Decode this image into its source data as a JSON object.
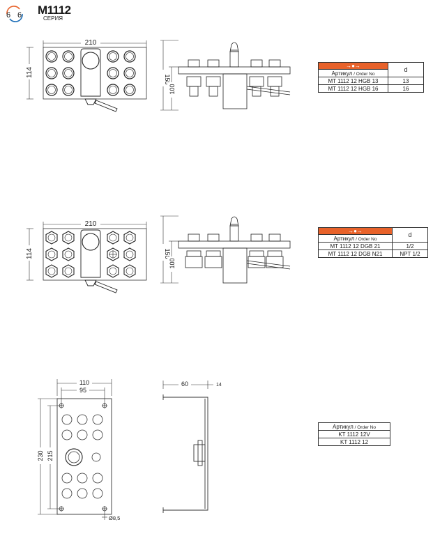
{
  "header": {
    "title": "M1112",
    "subtitle": "СЕРИЯ",
    "logo_digit_left": "6",
    "logo_digit_right": "6",
    "logo_colors": [
      "#e8622a",
      "#1e6fb8"
    ]
  },
  "accent_color": "#e8622a",
  "section1": {
    "front": {
      "width": "210",
      "height": "114"
    },
    "side": {
      "total_height": "158",
      "body_height": "100"
    },
    "table": {
      "icon": "connector-icon",
      "col_article": "Артикул",
      "col_order": " / Order No",
      "col_d": "d",
      "rows": [
        {
          "article": "MT 1112 12 HGB 13",
          "d": "13"
        },
        {
          "article": "MT 1112 12 HGB 16",
          "d": "16"
        }
      ]
    }
  },
  "section2": {
    "front": {
      "width": "210",
      "height": "114"
    },
    "side": {
      "total_height": "158",
      "body_height": "100"
    },
    "table": {
      "icon": "connector-icon",
      "col_article": "Артикул",
      "col_order": " / Order No",
      "col_d": "d",
      "rows": [
        {
          "article": "MT 1112 12 DGB 21",
          "d": "1/2"
        },
        {
          "article": "MT 1112 12 DGB N21",
          "d": "NPT 1/2"
        }
      ]
    }
  },
  "section3": {
    "front": {
      "width_outer": "110",
      "width_inner": "95",
      "height_outer": "230",
      "height_inner": "215",
      "hole": "Ø8,5"
    },
    "side": {
      "depth": "60",
      "flange": "14"
    },
    "table": {
      "col_article": "Артикул",
      "col_order": " / Order No",
      "rows": [
        {
          "article": "KT 1112 12V"
        },
        {
          "article": "KT 1112 12"
        }
      ]
    }
  }
}
